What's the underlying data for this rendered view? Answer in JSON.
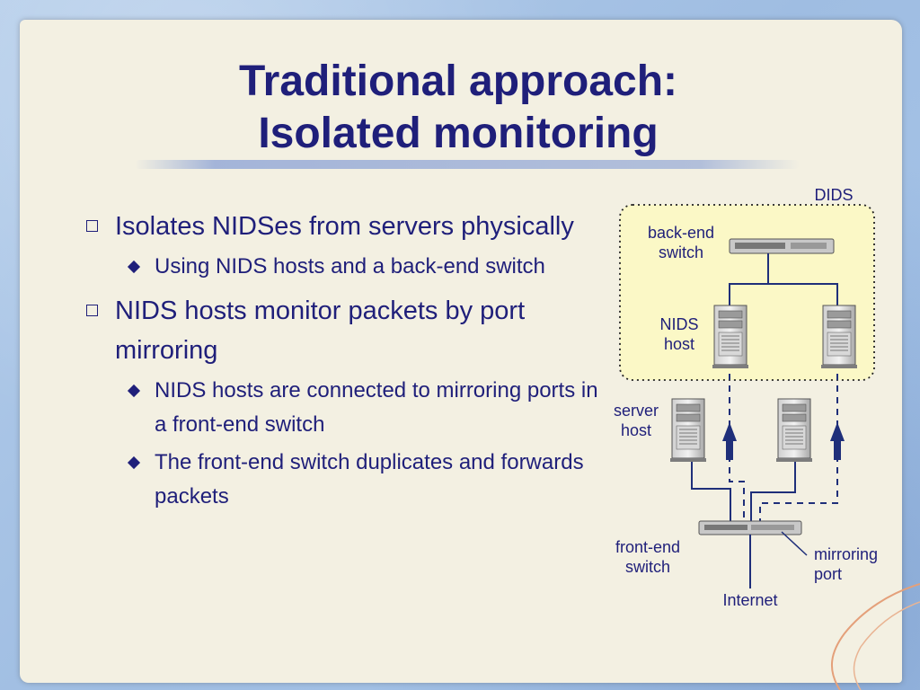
{
  "slide": {
    "title_line1": "Traditional approach:",
    "title_line2": "Isolated monitoring"
  },
  "bullets": [
    {
      "text": "Isolates NIDSes from servers physically",
      "sub": [
        "Using NIDS hosts and a back-end switch"
      ]
    },
    {
      "text": "NIDS hosts monitor packets by port mirroring",
      "sub": [
        "NIDS hosts are connected to mirroring ports in a front-end switch",
        "The front-end switch duplicates and forwards packets"
      ]
    }
  ],
  "diagram": {
    "dids_label": "DIDS",
    "backend_switch_label_1": "back-end",
    "backend_switch_label_2": "switch",
    "nids_host_label_1": "NIDS",
    "nids_host_label_2": "host",
    "server_host_label_1": "server",
    "server_host_label_2": "host",
    "frontend_switch_label_1": "front-end",
    "frontend_switch_label_2": "switch",
    "mirroring_port_label_1": "mirroring",
    "mirroring_port_label_2": "port",
    "internet_label": "Internet"
  },
  "colors": {
    "text": "#1f1f7a",
    "dids_box_fill": "#fbf8c6",
    "paper": "#f3f0e2",
    "background": "#a9c4e6",
    "arrow": "#1f2f7a"
  }
}
